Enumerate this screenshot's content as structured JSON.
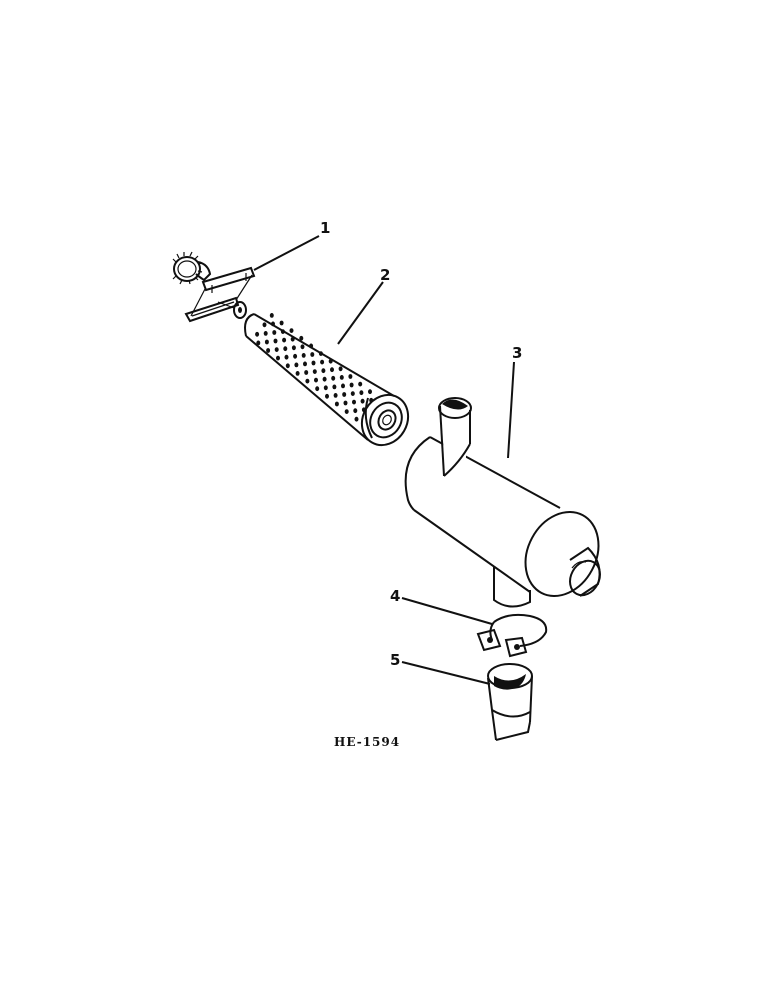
{
  "callouts": [
    {
      "label": "1",
      "part": "wing-nut-assembly"
    },
    {
      "label": "2",
      "part": "filter-element"
    },
    {
      "label": "3",
      "part": "air-cleaner-body"
    },
    {
      "label": "4",
      "part": "clamp"
    },
    {
      "label": "5",
      "part": "rain-cap"
    }
  ],
  "reference": "HE-1594",
  "colors": {
    "ink": "#111111",
    "paper": "#ffffff"
  }
}
